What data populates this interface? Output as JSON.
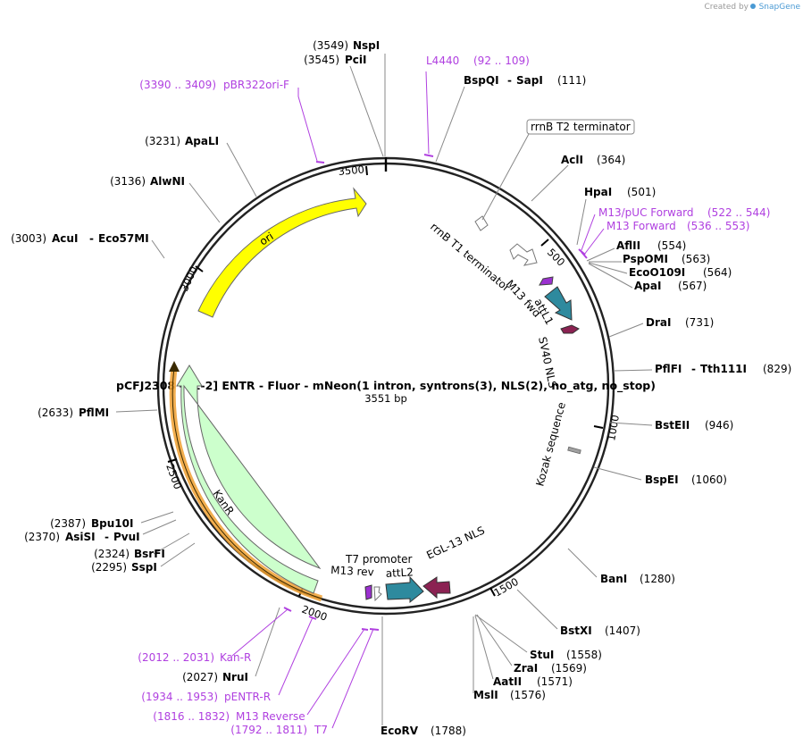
{
  "watermark": {
    "created_by": "Created by",
    "brand": "SnapGene"
  },
  "plasmid": {
    "name": "pCFJ2308 - [1-2] ENTR - Fluor - mNeon(1 intron, syntrons(3), NLS(2), no_atg, no_stop)",
    "size": "3551 bp"
  },
  "ticks": [
    "500",
    "1000",
    "1500",
    "2000",
    "2500",
    "3000",
    "3500"
  ],
  "enzymes": [
    {
      "pos": "(3549)",
      "name": "NspI"
    },
    {
      "pos": "(3545)",
      "name": "PciI"
    },
    {
      "name": "BspQI",
      "name2": "SapI",
      "pos": "(111)"
    },
    {
      "name": "AclI",
      "pos": "(364)"
    },
    {
      "name": "HpaI",
      "pos": "(501)"
    },
    {
      "name": "AflII",
      "pos": "(554)"
    },
    {
      "name": "PspOMI",
      "pos": "(563)"
    },
    {
      "name": "EcoO109I",
      "pos": "(564)"
    },
    {
      "name": "ApaI",
      "pos": "(567)"
    },
    {
      "name": "DraI",
      "pos": "(731)"
    },
    {
      "name": "PflFI",
      "name2": "Tth111I",
      "pos": "(829)"
    },
    {
      "name": "BstEII",
      "pos": "(946)"
    },
    {
      "name": "BspEI",
      "pos": "(1060)"
    },
    {
      "name": "BanI",
      "pos": "(1280)"
    },
    {
      "name": "BstXI",
      "pos": "(1407)"
    },
    {
      "name": "StuI",
      "pos": "(1558)"
    },
    {
      "name": "ZraI",
      "pos": "(1569)"
    },
    {
      "name": "AatII",
      "pos": "(1571)"
    },
    {
      "name": "MslI",
      "pos": "(1576)"
    },
    {
      "name": "EcoRV",
      "pos": "(1788)"
    },
    {
      "pos": "(2027)",
      "name": "NruI"
    },
    {
      "pos": "(2295)",
      "name": "SspI"
    },
    {
      "pos": "(2324)",
      "name": "BsrFI"
    },
    {
      "pos": "(2370)",
      "name": "AsiSI",
      "name2": "PvuI"
    },
    {
      "pos": "(2387)",
      "name": "Bpu10I"
    },
    {
      "pos": "(2633)",
      "name": "PflMI"
    },
    {
      "pos": "(3003)",
      "name": "AcuI",
      "name2": "Eco57MI"
    },
    {
      "pos": "(3136)",
      "name": "AlwNI"
    },
    {
      "pos": "(3231)",
      "name": "ApaLI"
    }
  ],
  "primers": [
    {
      "name": "L4440",
      "pos": "(92 .. 109)"
    },
    {
      "pos": "(3390 .. 3409)",
      "name": "pBR322ori-F"
    },
    {
      "name": "M13/pUC Forward",
      "pos": "(522 .. 544)"
    },
    {
      "name": "M13 Forward",
      "pos": "(536 .. 553)"
    },
    {
      "pos": "(2012 .. 2031)",
      "name": "Kan-R"
    },
    {
      "pos": "(1934 .. 1953)",
      "name": "pENTR-R"
    },
    {
      "pos": "(1816 .. 1832)",
      "name": "M13 Reverse"
    },
    {
      "pos": "(1792 .. 1811)",
      "name": "T7"
    }
  ],
  "features": {
    "rrnb_t2": "rrnB T2 terminator",
    "rrnb_t1": "rrnB T1 terminator",
    "m13_fwd": "M13 fwd",
    "attl1": "attL1",
    "sv40": "SV40 NLS",
    "kozak": "Kozak sequence",
    "ori": "ori",
    "kanr": "KanR",
    "t7_promoter": "T7 promoter",
    "m13_rev": "M13 rev",
    "attl2": "attL2",
    "egl13": "EGL-13 NLS"
  },
  "colors": {
    "ori": "#ffff00",
    "kanr": "#ccffcc",
    "attl": "#2e8a9e",
    "nls": "#8b2252",
    "primer": "#b040e0",
    "m13": "#9b30d0",
    "promoter": "#ffffff",
    "kozak": "#a0a0a0",
    "orf_highlight": "#f0a030"
  }
}
